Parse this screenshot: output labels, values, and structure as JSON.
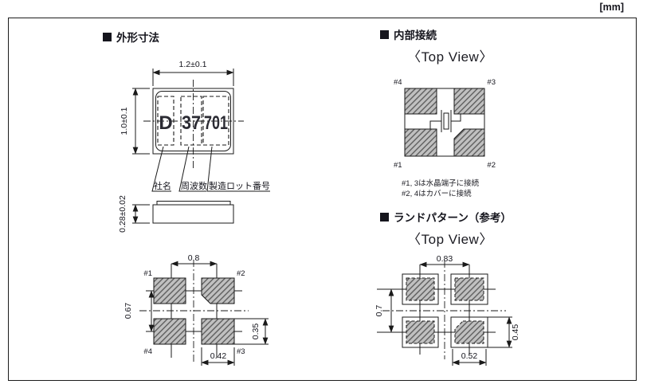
{
  "units_label": "[mm]",
  "palette": {
    "line": "#1a1a1a",
    "text": "#15151d",
    "hatch_bg": "#c0c0c0",
    "hatch_stripe": "#5e5e5e"
  },
  "outline_section": {
    "title": "外形寸法",
    "package": {
      "width_dim": "1.2±0.1",
      "height_dim": "1.0±0.1",
      "thickness_dim": "0.28±0.02",
      "marking": [
        "D",
        "37",
        "701"
      ],
      "marking_labels": [
        "社名",
        "周波数",
        "製造ロット番号"
      ]
    },
    "land": {
      "pins": {
        "tl": "#1",
        "tr": "#2",
        "br": "#3",
        "bl": "#4"
      },
      "dims": {
        "pitch_x": "0.8",
        "pitch_y": "0.67",
        "pad_height": "0.35",
        "pad_width": "0.42"
      }
    }
  },
  "internal_section": {
    "title": "内部接続",
    "view_label": "〈Top View〉",
    "pins": {
      "tl": "#4",
      "tr": "#3",
      "bl": "#1",
      "br": "#2"
    },
    "notes": [
      "#1, 3は水晶端子に接続",
      "#2, 4はカバーに接続"
    ]
  },
  "land_section": {
    "title": "ランドパターン（参考）",
    "view_label": "〈Top View〉",
    "dims": {
      "pitch_x": "0.83",
      "pitch_y": "0.7",
      "pad_height": "0.45",
      "pad_width": "0.52"
    }
  }
}
